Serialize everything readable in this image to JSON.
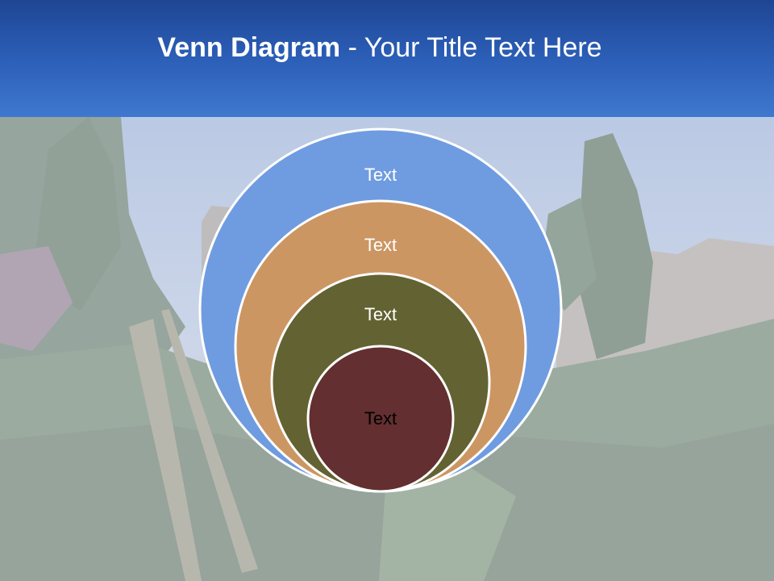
{
  "slide": {
    "title_bold": "Venn Diagram",
    "title_rest": " - Your Title Text Here"
  },
  "diagram": {
    "rings": [
      {
        "label": "Text",
        "color": "#6f9ce0",
        "text_color": "#ffffff"
      },
      {
        "label": "Text",
        "color": "#cc9663",
        "text_color": "#ffffff"
      },
      {
        "label": "Text",
        "color": "#636232",
        "text_color": "#ffffff"
      },
      {
        "label": "Text",
        "color": "#632f30",
        "text_color": "#000000"
      }
    ]
  },
  "colors": {
    "header_dark": "#1f4693",
    "header_light": "#3f78d0",
    "ring_outline": "#ffffff"
  }
}
